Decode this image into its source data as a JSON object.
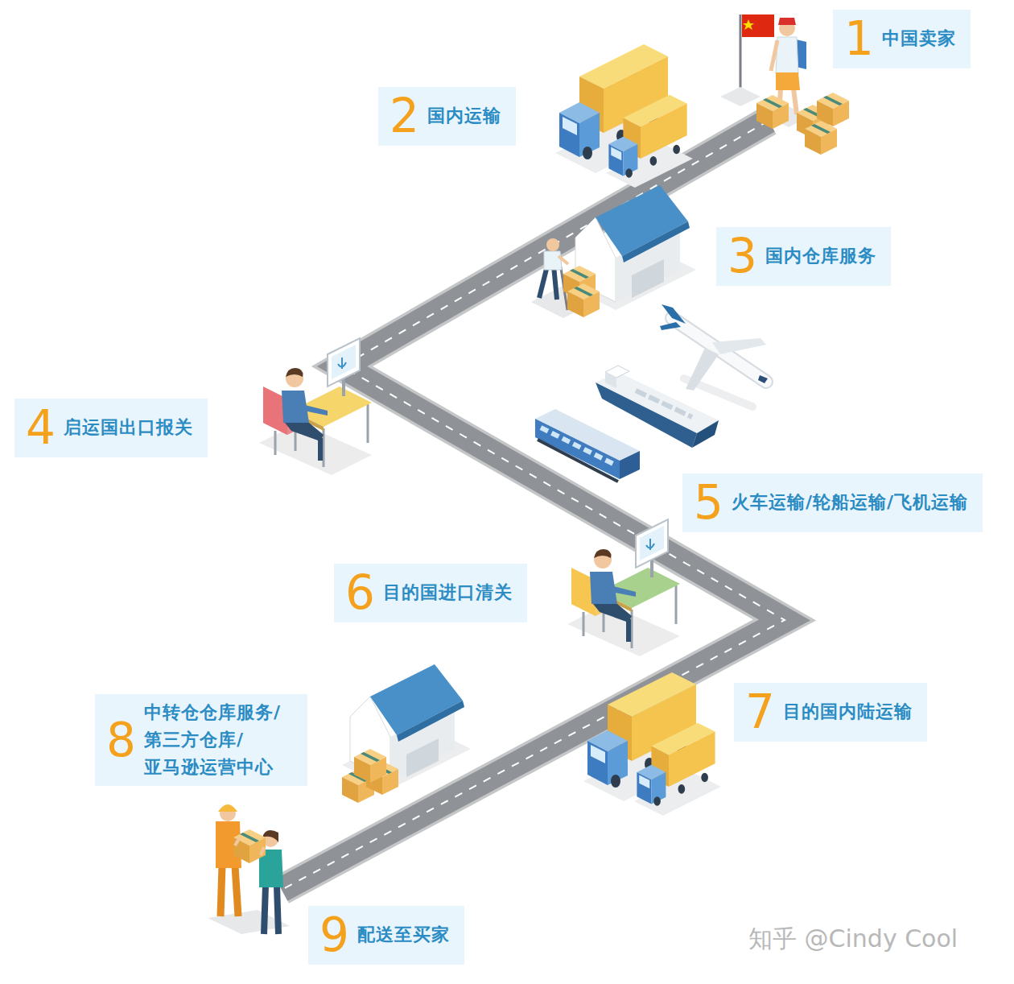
{
  "diagram": {
    "nodes": [
      {
        "text": [
          "1",
          "中国卖家"
        ]
      },
      {
        "text": [
          "2",
          "国内运输"
        ]
      },
      {
        "text": [
          "3",
          "国内仓库服务"
        ]
      },
      {
        "text": [
          "4",
          "启运国出口报关"
        ]
      },
      {
        "text": [
          "5",
          "火车运输/轮船运输/飞机运输"
        ]
      },
      {
        "text": [
          "6",
          "目的国进口清关"
        ]
      },
      {
        "text": [
          "7",
          "目的国内陆运输"
        ]
      },
      {
        "text": [
          "8",
          "中转仓仓库服务/ 第三方仓库/ 亚马逊运营中心"
        ]
      },
      {
        "text": [
          "9",
          "配送至买家"
        ]
      }
    ],
    "labels": [
      "知乎 @Cindy Cool"
    ]
  }
}
